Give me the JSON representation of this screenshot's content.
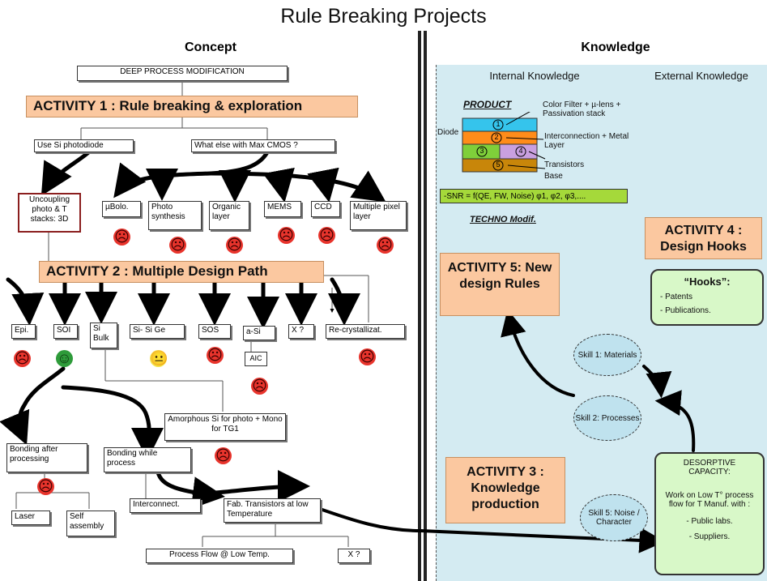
{
  "title": "Rule Breaking Projects",
  "concept": {
    "heading": "Concept",
    "deep": "DEEP PROCESS MODIFICATION",
    "activity1": "ACTIVITY 1 : Rule breaking & exploration",
    "use_si": "Use Si photodiode",
    "what_else": "What else with Max CMOS ?",
    "uncoupling": "Uncoupling photo & T stacks: 3D",
    "options1": [
      "µBolo.",
      "Photo synthesis",
      "Organic layer",
      "MEMS",
      "CCD",
      "Multiple pixel layer"
    ],
    "activity2": "ACTIVITY 2 : Multiple Design Path",
    "options2": [
      "Epi.",
      "SOI",
      "Si Bulk",
      "Si- Si Ge",
      "SOS",
      "a-Si",
      "X ?",
      "Re-crystallizat."
    ],
    "aic": "AIC",
    "amorphous": "Amorphous Si for photo + Mono for TG1",
    "bonding_after": "Bonding after processing",
    "bonding_while": "Bonding while process",
    "laser": "Laser",
    "self_assembly": "Self assembly",
    "interconnect": "Interconnect.",
    "fab": "Fab. Transistors at low Temperature",
    "process_flow": "Process Flow @ Low Temp.",
    "x2": "X ?"
  },
  "knowledge": {
    "heading": "Knowledge",
    "internal": "Internal Knowledge",
    "external": "External Knowledge",
    "product": "PRODUCT",
    "stack_labels": [
      "Color Filter + µ-lens + Passivation stack",
      "Interconnection + Metal Layer",
      "Transistors",
      "Base"
    ],
    "diode": "Diode",
    "layer_numbers": [
      "1",
      "2",
      "3",
      "4",
      "5"
    ],
    "snr": "-SNR = f(QE, FW, Noise) φ1, φ2, φ3,....",
    "techno": "TECHNO Modif.",
    "activity4": "ACTIVITY 4 : Design Hooks",
    "activity5": "ACTIVITY 5: New design Rules",
    "activity3": "ACTIVITY 3 : Knowledge production",
    "hooks_title": "“Hooks”:",
    "hooks_items": [
      "- Patents",
      "- Publications."
    ],
    "skill1": "Skill 1: Materials",
    "skill2": "Skill 2: Processes",
    "skill5": "Skill 5: Noise / Character",
    "desorptive_title": "DESORPTIVE CAPACITY:",
    "desorptive_body": "Work on Low T° process flow for T Manuf. with :",
    "desorptive_items": [
      "- Public labs.",
      "- Suppliers."
    ]
  },
  "colors": {
    "activity_fill": "#fbc8a0",
    "panel_fill": "#d4ebf2",
    "hooks_fill": "#d8f8c8",
    "snr_fill": "#a5d93a",
    "sad": "#e8342c",
    "neutral": "#f3e34a",
    "happy": "#2e9b3a"
  }
}
